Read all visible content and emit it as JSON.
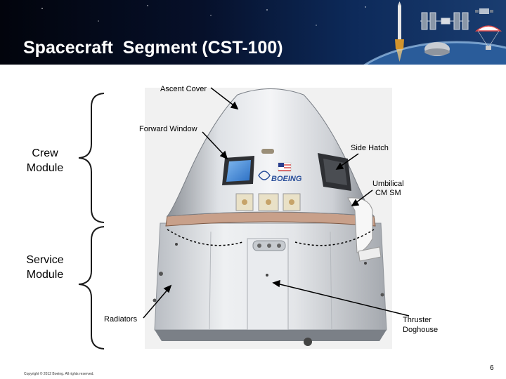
{
  "header": {
    "title": "Spacecraft  Segment (CST-100)"
  },
  "groups": {
    "crew_module": "Crew\nModule",
    "service_module": "Service\nModule"
  },
  "callouts": {
    "ascent_cover": "Ascent Cover",
    "forward_window": "Forward Window",
    "side_hatch": "Side Hatch",
    "umbilical": "Umbilical\nCM SM",
    "radiators": "Radiators",
    "thruster_doghouse": "Thruster\nDoghouse"
  },
  "capsule_logo": "BOEING",
  "footer": {
    "copyright": "Copyright © 2012 Boeing. All rights reserved.",
    "page_number": "6"
  },
  "colors": {
    "header_bg": "#06102a",
    "bracket": "#1a1a1a"
  }
}
